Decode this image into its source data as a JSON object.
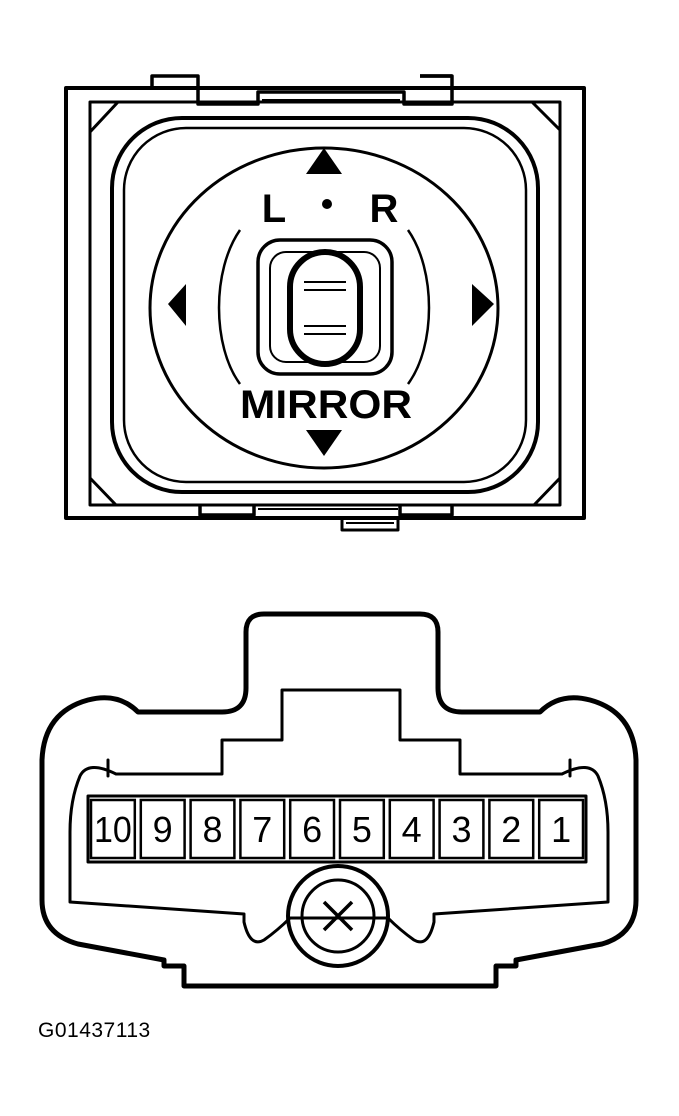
{
  "switch": {
    "selector_label_left": "L",
    "selector_label_right": "R",
    "mirror_label": "MIRROR",
    "arrows": [
      "up-arrow-icon",
      "down-arrow-icon",
      "left-arrow-icon",
      "right-arrow-icon"
    ]
  },
  "connector": {
    "pins": [
      "10",
      "9",
      "8",
      "7",
      "6",
      "5",
      "4",
      "3",
      "2",
      "1"
    ],
    "center_mark_icon": "cross-circle-icon"
  },
  "figure_id": "G01437113",
  "colors": {
    "line": "#000000",
    "background": "#ffffff"
  }
}
